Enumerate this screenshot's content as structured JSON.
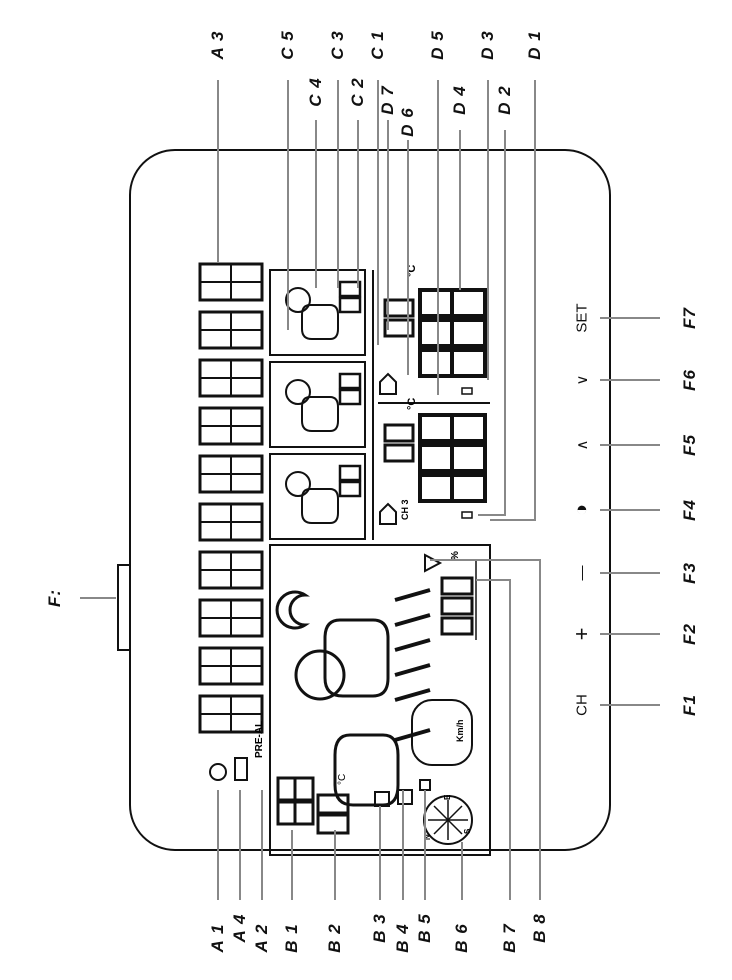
{
  "labels_bottom": [
    "A 1",
    "A 4",
    "A 2",
    "B 1",
    "B 2",
    "B 3",
    "B 4",
    "B 5",
    "B 6",
    "B 7",
    "B 8"
  ],
  "labels_top": [
    "A 3",
    "C 5",
    "C 4",
    "C 3",
    "C 2",
    "C 1",
    "D 7",
    "D 6",
    "D 5",
    "D 4",
    "D 3",
    "D 2",
    "D 1"
  ],
  "labels_right": [
    "F7",
    "F6",
    "F5",
    "F4",
    "F3",
    "F2",
    "F1"
  ],
  "label_side": "F:",
  "buttons": [
    "SET",
    "∨",
    "∧",
    "◑",
    "—",
    "+",
    "CH"
  ],
  "lcd": {
    "pre_al": "PRE-AL",
    "temp_unit": "°C",
    "humidity_unit": "%",
    "wind_unit": "Km/h",
    "channel": "CH 3",
    "digits_big": "-88.8",
    "digits_small": "88",
    "wind_digits": "88",
    "time_digits": "88",
    "compass_n": "N",
    "compass_e": "E",
    "compass_s": "S"
  }
}
